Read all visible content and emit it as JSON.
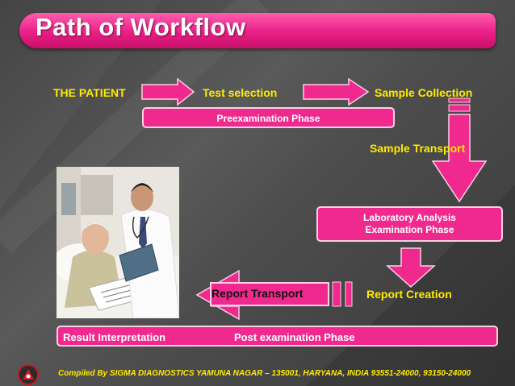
{
  "title": "Path of Workflow",
  "flow": {
    "the_patient": "THE PATIENT",
    "test_selection": "Test selection",
    "sample_collection": "Sample Collection",
    "preexamination_phase": "Preexamination Phase",
    "sample_transport": "Sample Transport",
    "lab_analysis_line1": "Laboratory Analysis",
    "lab_analysis_line2": "Examination Phase",
    "report_creation": "Report Creation",
    "report_transport": "Report Transport",
    "result_interpretation": "Result Interpretation",
    "post_examination_phase": "Post examination Phase"
  },
  "footer": {
    "credit": "Compiled By  SIGMA DIAGNOSTICS YAMUNA NAGAR – 135001, HARYANA, INDIA 93551-24000, 93150-24000"
  },
  "colors": {
    "accent_pink": "#f0298e",
    "label_yellow": "#ffeb00",
    "background_gray": "#4a4a4a"
  },
  "photo": {
    "subject": "doctor-with-patient-photo"
  }
}
